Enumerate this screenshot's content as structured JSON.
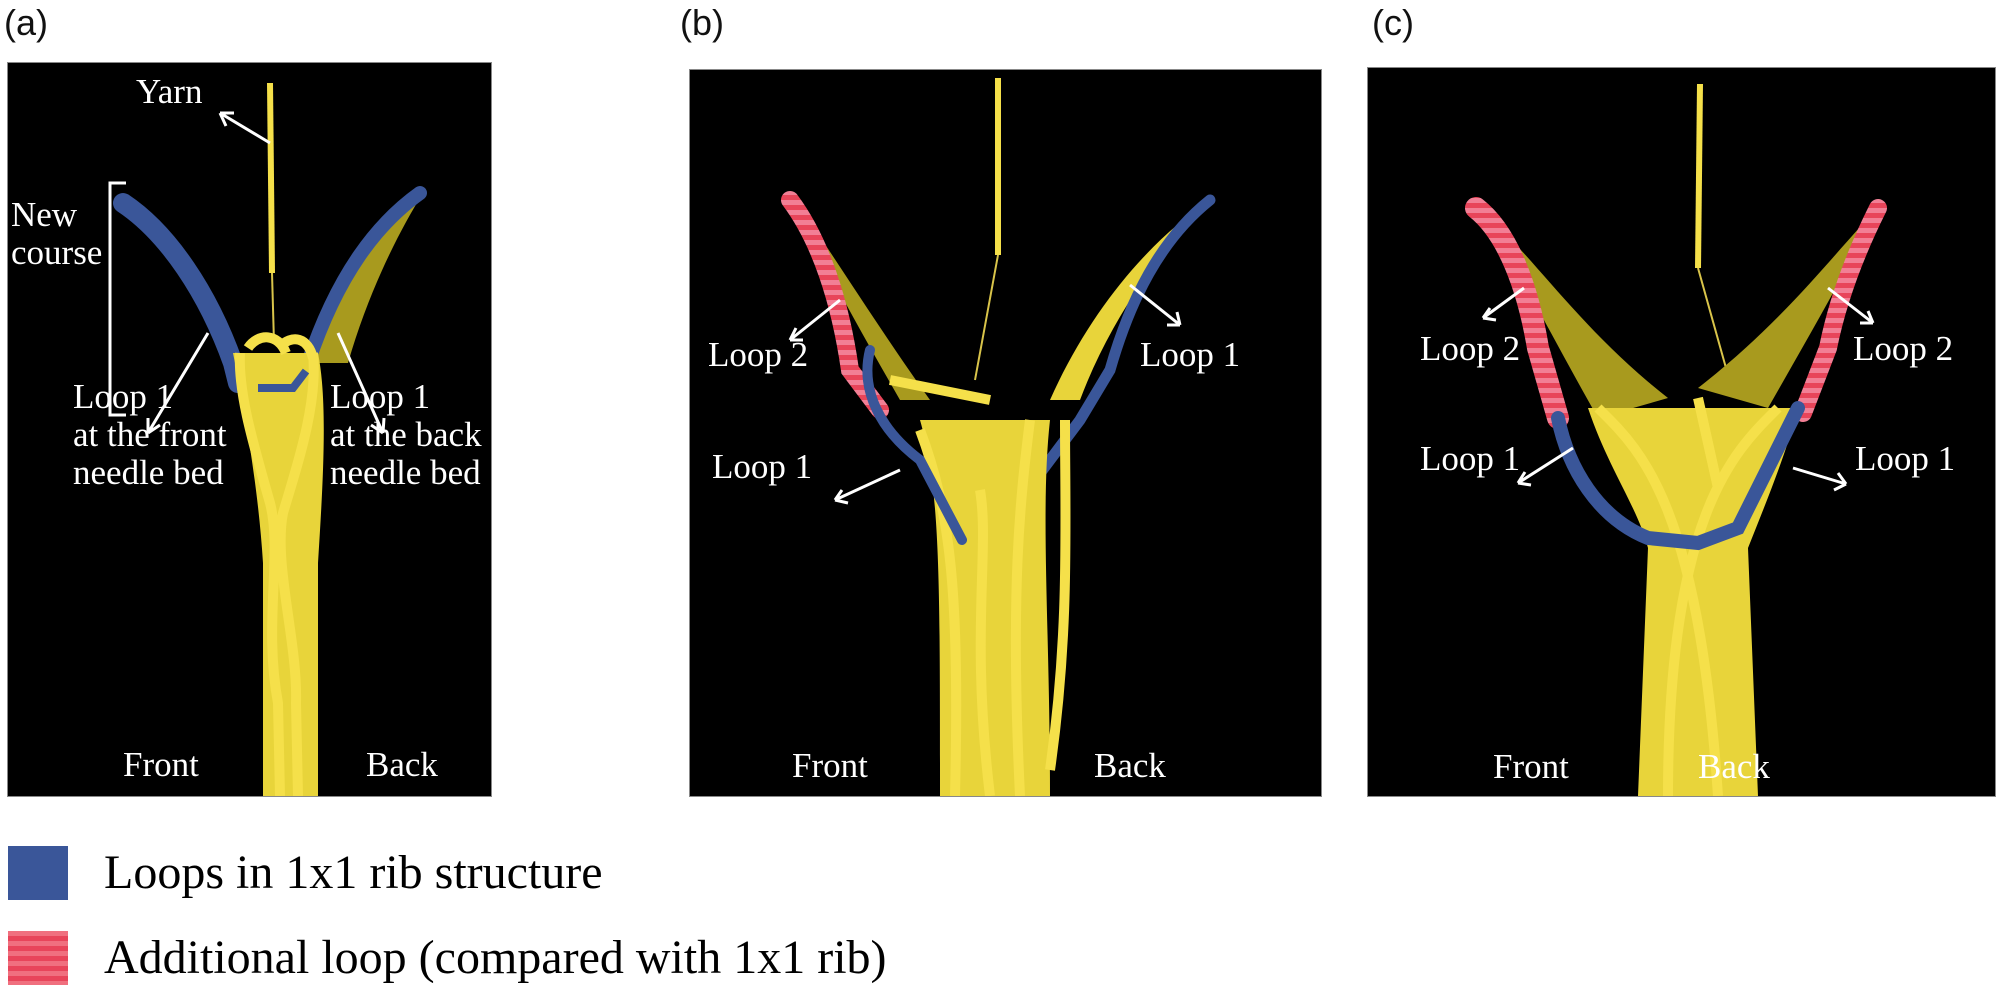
{
  "figure": {
    "panels": [
      {
        "id": "a",
        "label": "(a)",
        "annotations": {
          "yarn": "Yarn",
          "new_course": "New\ncourse",
          "loop_front": "Loop 1\nat the front\nneedle bed",
          "loop_back": "Loop 1\nat the back\nneedle bed",
          "front": "Front",
          "back": "Back"
        }
      },
      {
        "id": "b",
        "label": "(b)",
        "annotations": {
          "loop2_left": "Loop 2",
          "loop1_right": "Loop 1",
          "loop1_left": "Loop 1",
          "front": "Front",
          "back": "Back"
        }
      },
      {
        "id": "c",
        "label": "(c)",
        "annotations": {
          "loop2_left": "Loop 2",
          "loop2_right": "Loop 2",
          "loop1_left": "Loop 1",
          "loop1_right": "Loop 1",
          "front": "Front",
          "back": "Back"
        }
      }
    ],
    "legend": [
      {
        "swatch": "blue-solid",
        "color": "#3a5699",
        "label": "Loops in 1x1 rib structure"
      },
      {
        "swatch": "red-pink-striped",
        "color": "#e8455a",
        "label": "Additional loop (compared with 1x1 rib)"
      }
    ],
    "colors": {
      "yarn": "#f5e04a",
      "yarn_dark": "#b8a22a",
      "loop_blue": "#3a5699",
      "additional_red": "#e8455a",
      "additional_pink": "#f27f95"
    }
  }
}
